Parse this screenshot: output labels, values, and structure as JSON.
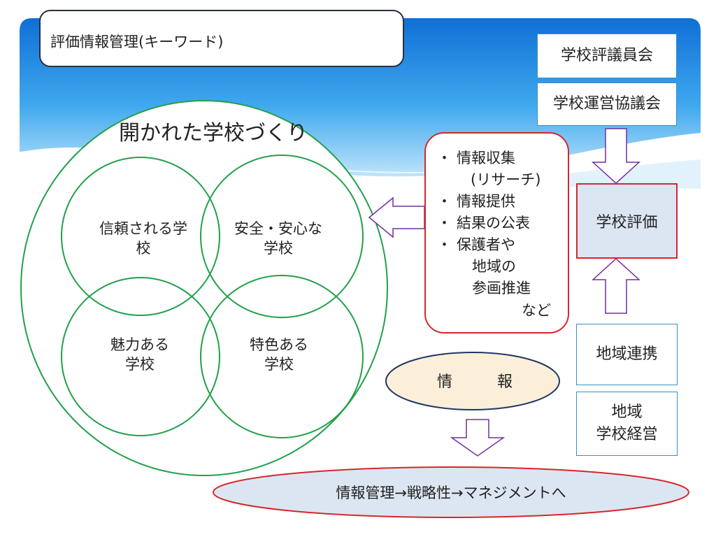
{
  "title": "評価情報管理(キーワード)",
  "main_circle": {
    "label": "開かれた学校づくり",
    "sub": [
      {
        "line1": "信頼される学",
        "line2": "校"
      },
      {
        "line1": "安全・安心な",
        "line2": "学校"
      },
      {
        "line1": "魅力ある",
        "line2": "学校"
      },
      {
        "line1": "特色ある",
        "line2": "学校"
      }
    ]
  },
  "info_box": {
    "bullet": "・",
    "items": [
      "情報収集",
      "(リサーチ)",
      "情報提供",
      "結果の公表",
      "保護者や",
      "地域の",
      "参画推進",
      "など"
    ]
  },
  "right_boxes": {
    "council1": "学校評議員会",
    "council2": "学校運営協議会",
    "evaluation": "学校評価",
    "regional": "地域連携",
    "regional_mgmt_1": "地域",
    "regional_mgmt_2": "学校経営"
  },
  "info_oval": {
    "left": "情",
    "right": "報"
  },
  "bottom_oval": "情報管理→戦略性→マネジメントへ",
  "colors": {
    "green": "#22a04b",
    "red": "#d7262b",
    "purple": "#7030a0",
    "blue_border": "#3a8fbf",
    "navy": "#1f3864",
    "eval_fill": "#dce6f2",
    "oval_fill": "#fbefd9"
  }
}
